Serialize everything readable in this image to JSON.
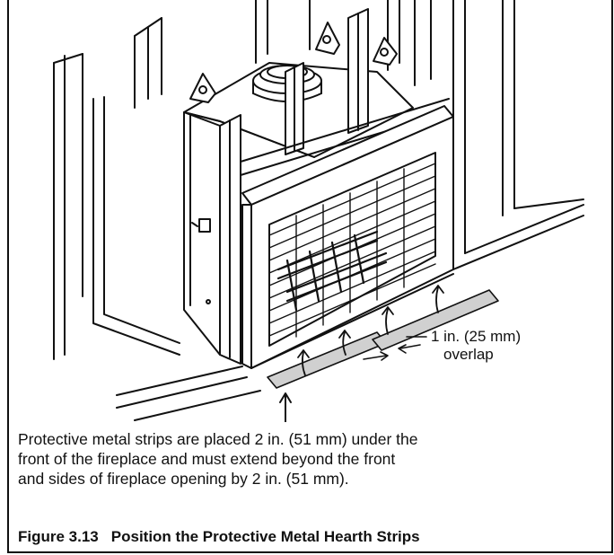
{
  "diagram": {
    "callout": {
      "line1": "1 in. (25 mm)",
      "line2": "overlap"
    }
  },
  "caption": {
    "line1": "Protective metal strips are placed 2 in. (51 mm) under the",
    "line2": "front of the fireplace and must extend beyond the front",
    "line3": "and sides of fireplace opening by 2 in. (51 mm)."
  },
  "figure": {
    "number": "Figure 3.13",
    "title": "Position the Protective Metal Hearth Strips"
  },
  "colors": {
    "line": "#111111",
    "strip_fill": "#d0d0d0",
    "background": "#ffffff"
  }
}
